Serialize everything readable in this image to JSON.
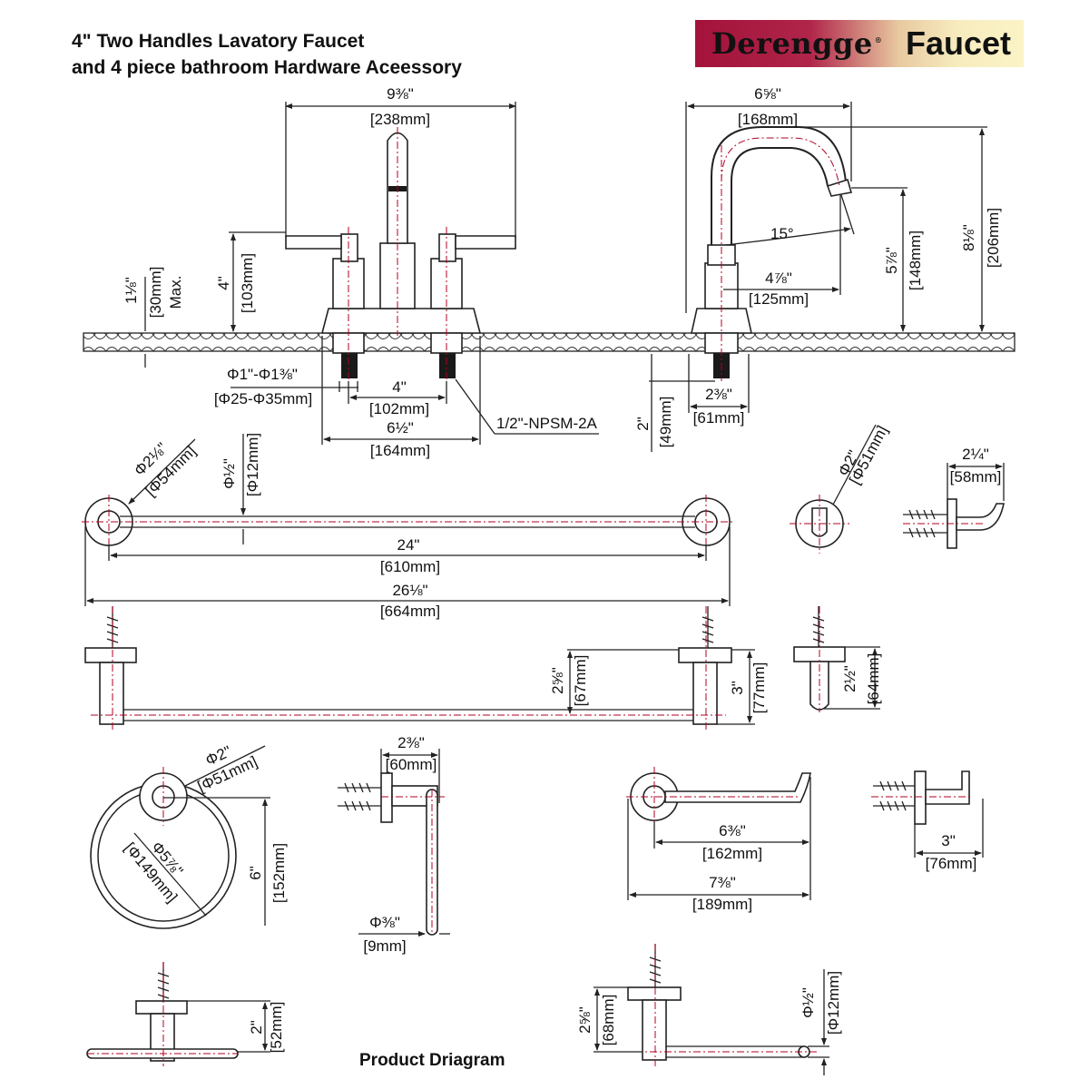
{
  "header": {
    "title_line1": "4\" Two Handles Lavatory Faucet",
    "title_line2": "and 4 piece bathroom Hardware Aceessory"
  },
  "brand": {
    "name": "Derengge",
    "reg_mark": "®",
    "product": "Faucet",
    "colors": {
      "left": "#a3123a",
      "right": "#fbf3c6"
    }
  },
  "faucet_front": {
    "overall_width": {
      "in": "9⅜\"",
      "mm": "[238mm]"
    },
    "handle_height": {
      "in": "4\"",
      "mm": "[103mm]"
    },
    "deck_thickness": {
      "in": "1⅛\"",
      "mm": "[30mm]",
      "note": "Max."
    },
    "hole_diameter": {
      "in": "Φ1\"-Φ1⅜\"",
      "mm": "[Φ25-Φ35mm]"
    },
    "center_spread": {
      "in": "4\"",
      "mm": "[102mm]"
    },
    "base_width": {
      "in": "6½\"",
      "mm": "[164mm]"
    },
    "thread": "1/2\"-NPSM-2A"
  },
  "faucet_side": {
    "spout_reach": {
      "in": "6⅝\"",
      "mm": "[168mm]"
    },
    "swivel_angle": "15°",
    "spout_to_center": {
      "in": "4⅞\"",
      "mm": "[125mm]"
    },
    "spout_height": {
      "in": "5⅞\"",
      "mm": "[148mm]"
    },
    "total_height": {
      "in": "8⅛\"",
      "mm": "[206mm]"
    },
    "shank_length": {
      "in": "2\"",
      "mm": "[49mm]"
    },
    "base_depth": {
      "in": "2⅜\"",
      "mm": "[61mm]"
    }
  },
  "towel_bar": {
    "flange_dia": {
      "in": "Φ2⅛\"",
      "mm": "[Φ54mm]"
    },
    "bar_dia": {
      "in": "Φ½\"",
      "mm": "[Φ12mm]"
    },
    "center_length": {
      "in": "24\"",
      "mm": "[610mm]"
    },
    "overall_length": {
      "in": "26⅛\"",
      "mm": "[664mm]"
    },
    "projection_center": {
      "in": "2⅝\"",
      "mm": "[67mm]"
    },
    "projection_total": {
      "in": "3\"",
      "mm": "[77mm]"
    }
  },
  "robe_hook": {
    "flange_dia": {
      "in": "Φ2\"",
      "mm": "[Φ51mm]"
    },
    "projection": {
      "in": "2¼\"",
      "mm": "[58mm]"
    },
    "height": {
      "in": "2½\"",
      "mm": "[64mm]"
    }
  },
  "towel_ring": {
    "flange_dia": {
      "in": "Φ2\"",
      "mm": "[Φ51mm]"
    },
    "ring_dia": {
      "in": "Φ5⅞\"",
      "mm": "[Φ149mm]"
    },
    "drop": {
      "in": "6\"",
      "mm": "[152mm]"
    },
    "projection": {
      "in": "2⅜\"",
      "mm": "[60mm]"
    },
    "rod_dia": {
      "in": "Φ⅜\"",
      "mm": "[9mm]"
    },
    "side_projection": {
      "in": "2\"",
      "mm": "[52mm]"
    }
  },
  "paper_holder": {
    "arm_length": {
      "in": "6⅜\"",
      "mm": "[162mm]"
    },
    "overall_length": {
      "in": "7⅜\"",
      "mm": "[189mm]"
    },
    "projection": {
      "in": "2⅝\"",
      "mm": "[68mm]"
    },
    "rod_dia": {
      "in": "Φ½\"",
      "mm": "[Φ12mm]"
    },
    "side_width": {
      "in": "3\"",
      "mm": "[76mm]"
    }
  },
  "footer": {
    "caption": "Product Driagram"
  }
}
